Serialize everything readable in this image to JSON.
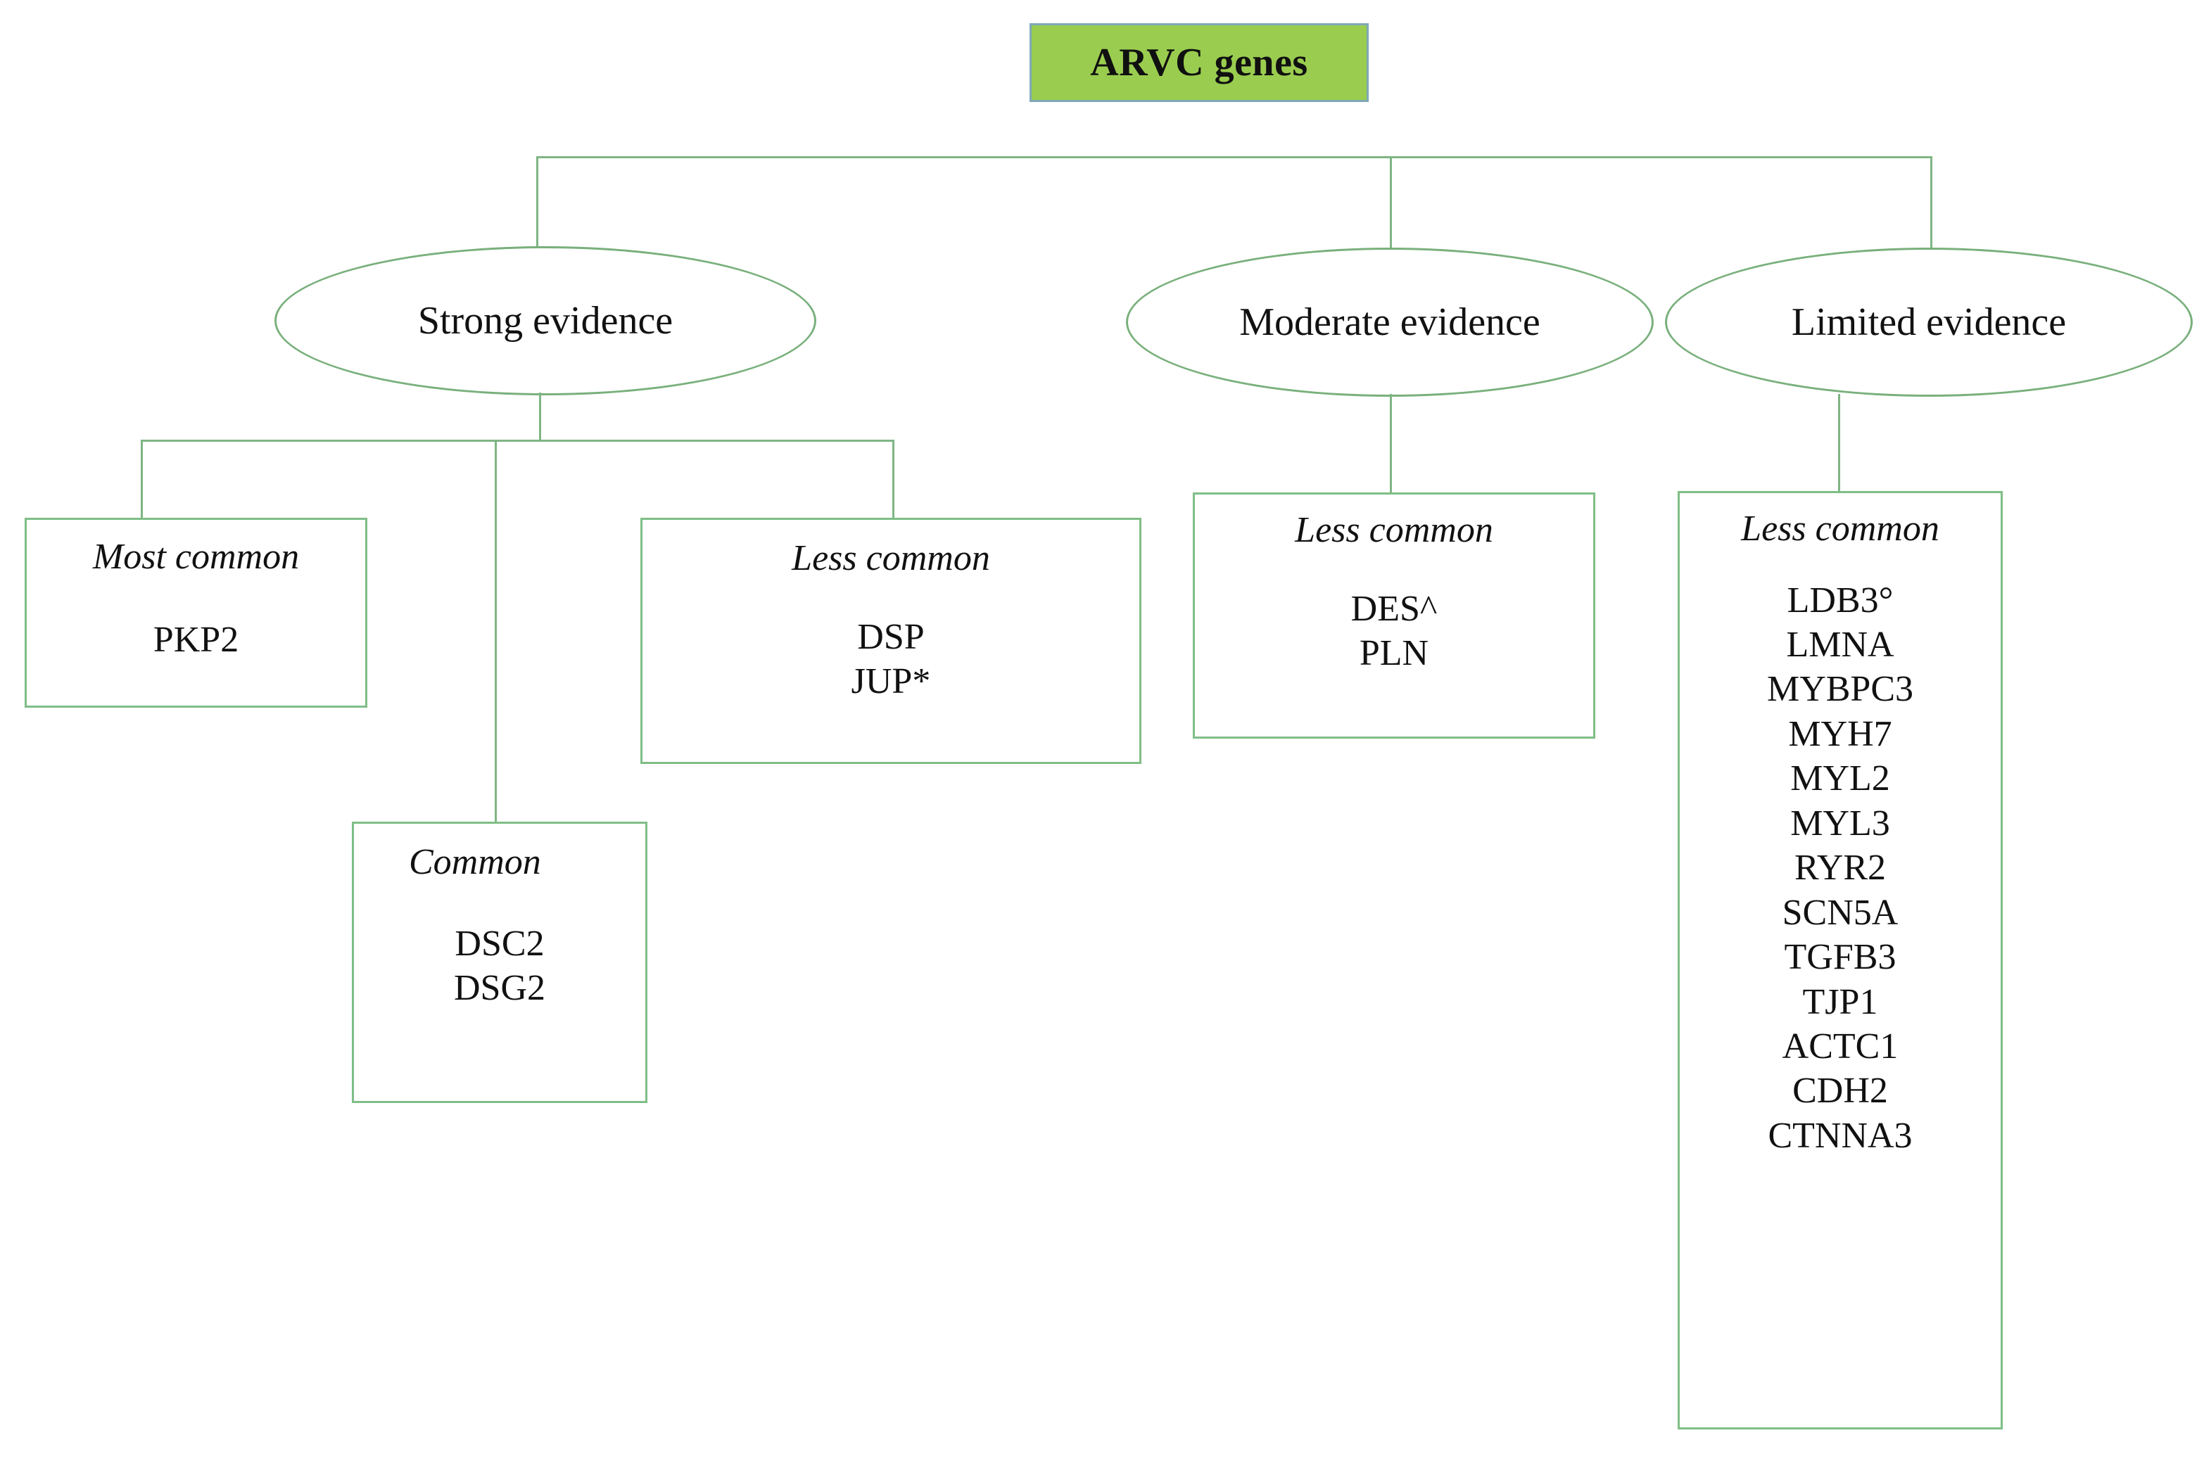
{
  "diagram": {
    "root": {
      "label": "ARVC genes",
      "fill_color": "#9ACD4F",
      "border_color": "#7FA8B8"
    },
    "line_color": "#7FB584",
    "branches": [
      {
        "id": "strong",
        "label": "Strong evidence",
        "groups": [
          {
            "id": "most-common",
            "title": "Most common",
            "genes": [
              "PKP2"
            ]
          },
          {
            "id": "common",
            "title": "Common",
            "genes": [
              "DSC2",
              "DSG2"
            ]
          },
          {
            "id": "sv-less-common",
            "title": "Less common",
            "genes": [
              "DSP",
              "JUP*"
            ]
          }
        ]
      },
      {
        "id": "moderate",
        "label": "Moderate evidence",
        "groups": [
          {
            "id": "mod-less-common",
            "title": "Less common",
            "genes": [
              "DES^",
              "PLN"
            ]
          }
        ]
      },
      {
        "id": "limited",
        "label": "Limited evidence",
        "groups": [
          {
            "id": "lim-less-common",
            "title": "Less common",
            "genes": [
              "LDB3°",
              "LMNA",
              "MYBPC3",
              "MYH7",
              "MYL2",
              "MYL3",
              "RYR2",
              "SCN5A",
              "TGFB3",
              "TJP1",
              "ACTC1",
              "CDH2",
              "CTNNA3"
            ]
          }
        ]
      }
    ]
  }
}
